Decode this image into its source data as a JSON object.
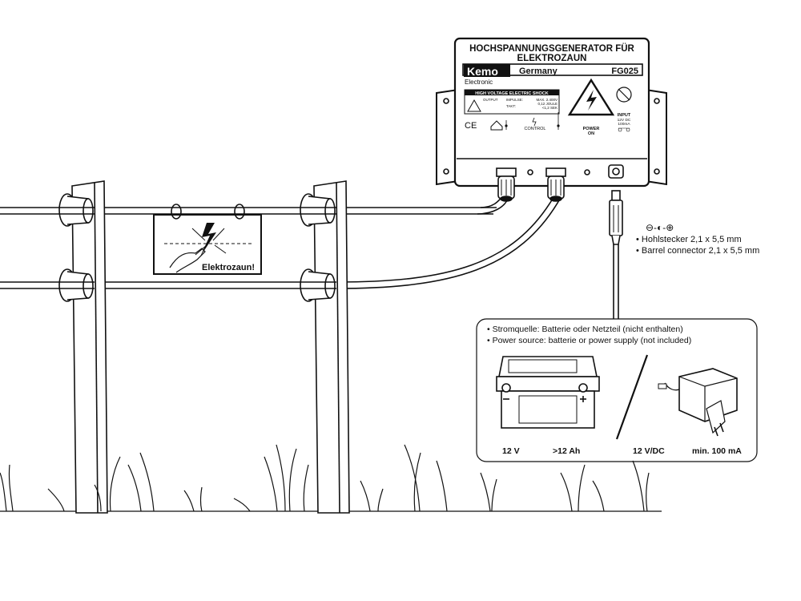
{
  "device": {
    "title_line1": "HOCHSPANNUNGSGENERATOR FÜR",
    "title_line2": "ELEKTROZAUN",
    "brand": "Kemo",
    "brand_sub": "Electronic",
    "made_in": "Germany",
    "model": "FG025",
    "warning_heading": "HIGH VOLTAGE ELECTRIC SHOCK",
    "output_label": "OUTPUT",
    "impulse_label": "IMPULSE:",
    "impulse_value1": "MAX. 2.400V",
    "impulse_value2": "0,12 JOULE",
    "impulse_value3": "<1,2 SEK",
    "takt_label": "TAKT:",
    "ce_mark": "CE",
    "control_label": "CONTROL",
    "power_label1": "POWER",
    "power_label2": "ON",
    "input_label": "INPUT",
    "input_voltage": "12V DC",
    "input_current": "100mA"
  },
  "sign": {
    "text": "Elektrozaun!"
  },
  "connector": {
    "polarity_symbol": "⊖-◐-⊕",
    "line_de": "• Hohlstecker 2,1 x 5,5 mm",
    "line_en": "• Barrel connector 2,1 x 5,5 mm"
  },
  "power_box": {
    "line_de": "•  Stromquelle: Batterie oder Netzteil (nicht enthalten)",
    "line_en": "•  Power source: batterie or power supply (not included)",
    "battery_voltage": "12 V",
    "battery_capacity": ">12 Ah",
    "supply_voltage": "12 V/DC",
    "supply_current": "min. 100 mA"
  },
  "colors": {
    "stroke": "#111111",
    "paper": "#ffffff",
    "shade": "#d9d9d9"
  }
}
